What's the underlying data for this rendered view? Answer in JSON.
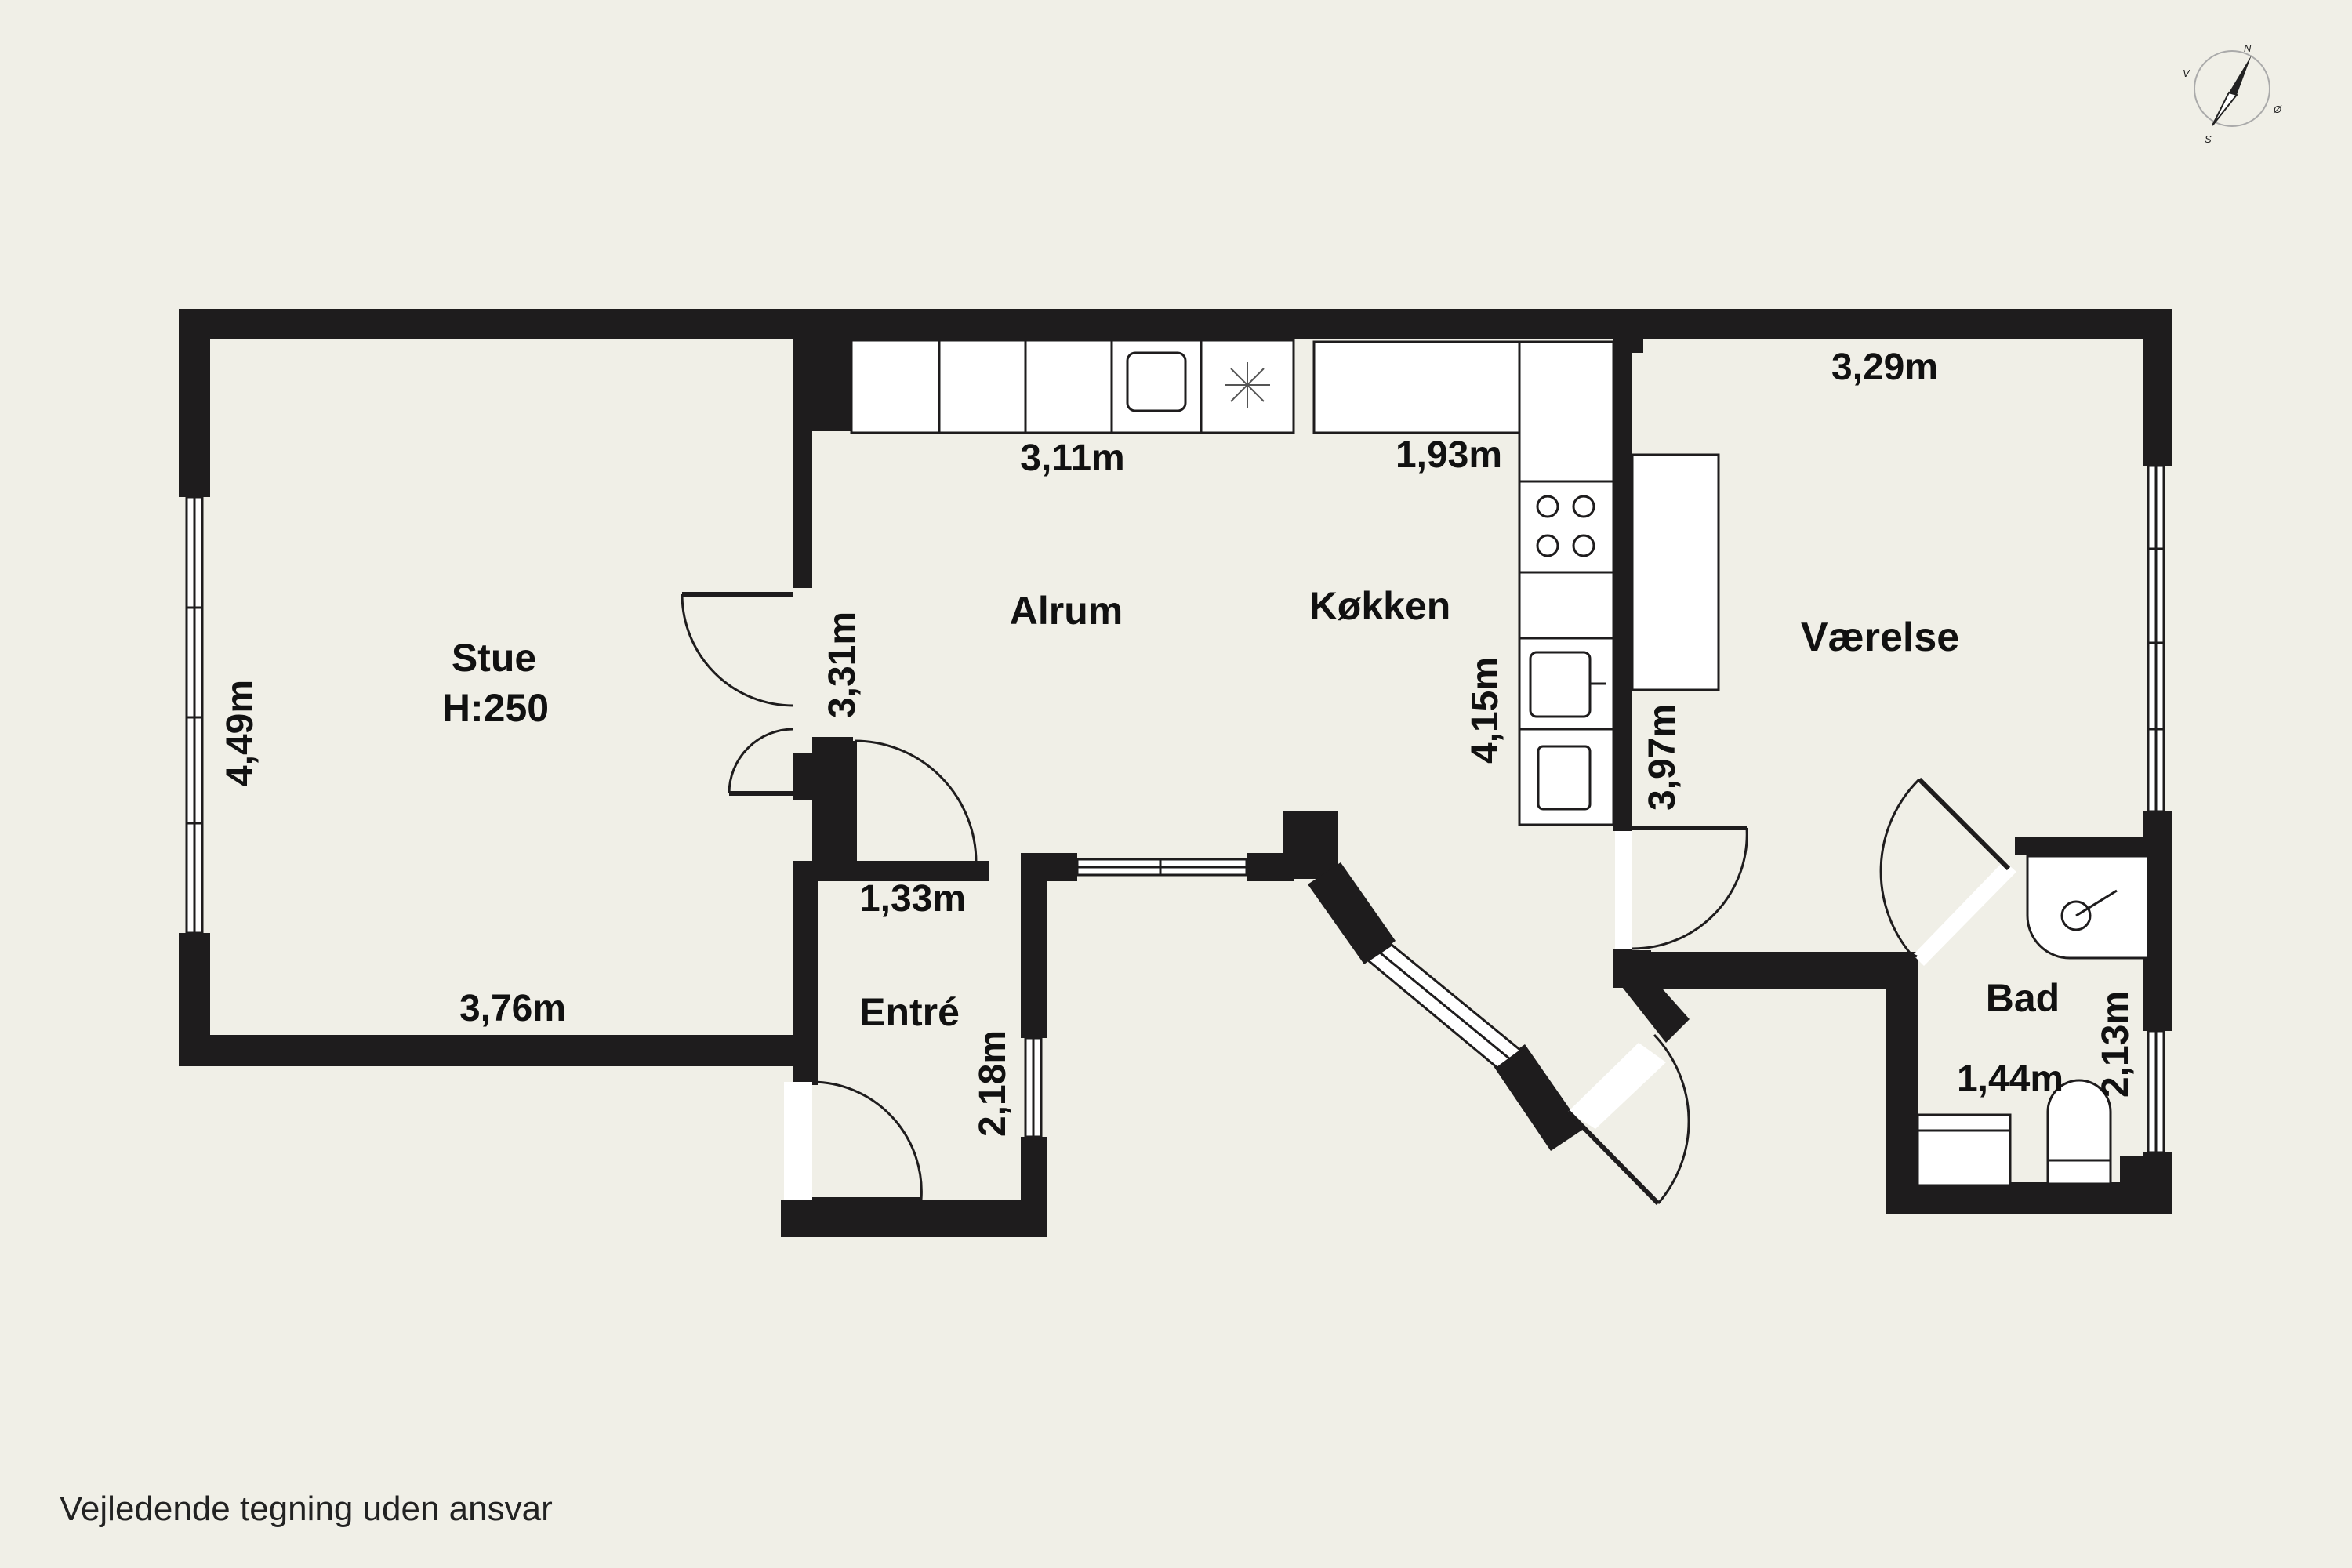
{
  "rooms": {
    "stue": "Stue",
    "stue_height": "H:250",
    "alrum": "Alrum",
    "kokken": "Køkken",
    "vaerelse": "Værelse",
    "entre": "Entré",
    "bad": "Bad"
  },
  "dimensions": {
    "stue_width": "3,76m",
    "stue_depth": "4,49m",
    "alrum_width": "3,11m",
    "alrum_depth": "3,31m",
    "kokken_width": "1,93m",
    "kokken_depth": "4,15m",
    "vaerelse_width": "3,29m",
    "vaerelse_depth": "3,97m",
    "entre_width": "1,33m",
    "entre_depth": "2,18m",
    "bad_width": "1,44m",
    "bad_depth": "2,13m"
  },
  "compass": {
    "n": "N",
    "e": "Ø",
    "s": "S",
    "w": "V"
  },
  "disclaimer": "Vejledende tegning uden ansvar",
  "colors": {
    "wall": "#1e1c1d",
    "background": "#f0efe7",
    "fixture": "#ffffff"
  }
}
